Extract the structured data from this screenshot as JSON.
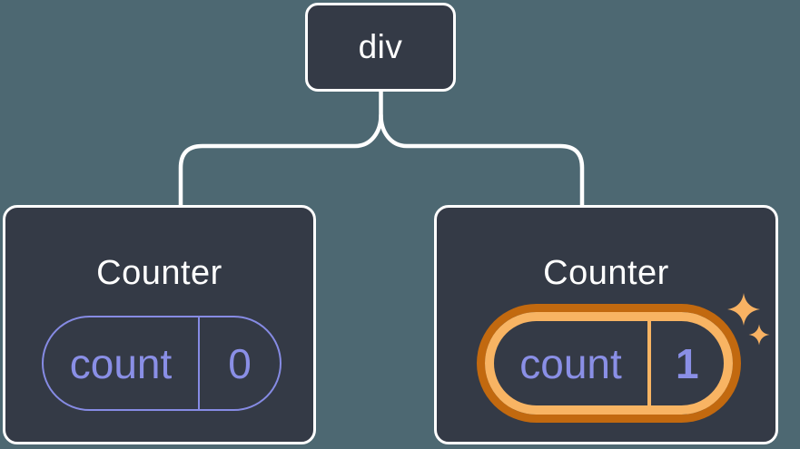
{
  "diagram": {
    "description": "Component tree: a div root with two Counter children; second Counter state is highlighted"
  },
  "tree": {
    "root": {
      "label": "div"
    },
    "children": [
      {
        "title": "Counter",
        "state": {
          "key": "count",
          "value": "0"
        },
        "highlighted": false
      },
      {
        "title": "Counter",
        "state": {
          "key": "count",
          "value": "1"
        },
        "highlighted": true
      }
    ]
  },
  "colors": {
    "background": "#4d6872",
    "node_fill": "#343a46",
    "node_border": "#ffffff",
    "purple": "#868be4",
    "purple_text": "#8a8fe6",
    "highlight_orange_dark": "#c2690f",
    "highlight_orange_light": "#f8b463",
    "sparkle": "#f8b263",
    "connector": "#ffffff"
  }
}
